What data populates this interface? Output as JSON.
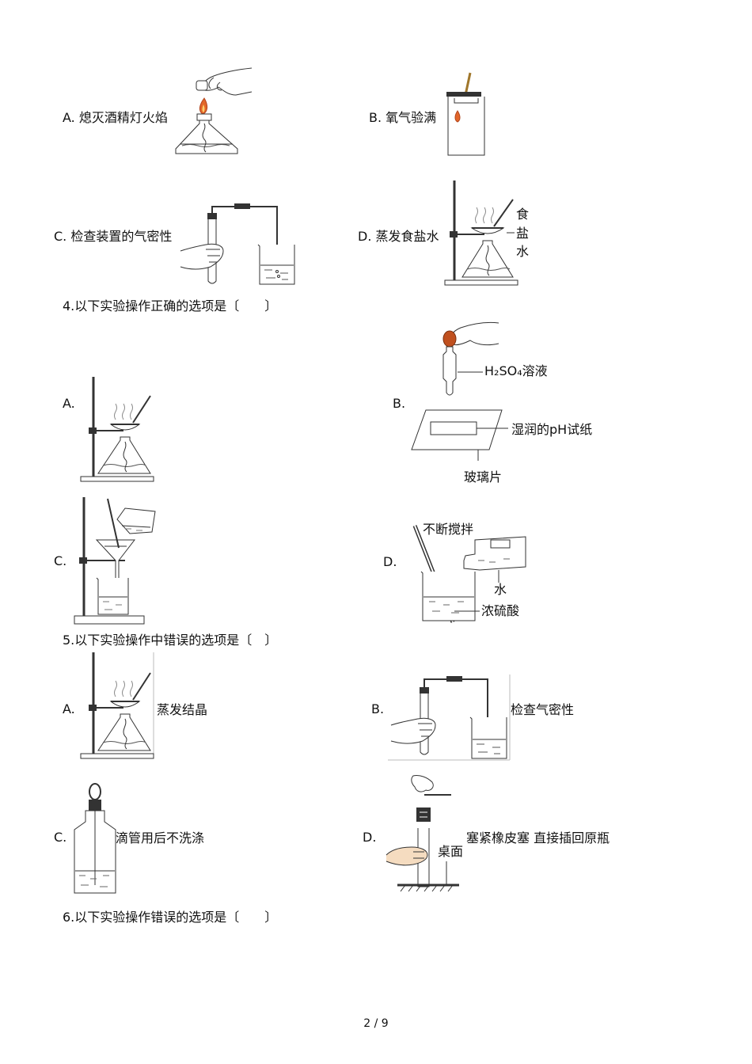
{
  "block1": {
    "a": "A. 熄灭酒精灯火焰",
    "b": "B. 氧气验满",
    "c": "C. 检查装置的气密性",
    "d": "D. 蒸发食盐水",
    "d_label": [
      "食",
      "盐",
      "水"
    ]
  },
  "q4": {
    "question": "4.以下实验操作正确的选项是〔　　〕",
    "a": "A.",
    "b": "B.",
    "b_h2so4": "H₂SO₄溶液",
    "b_paper": "湿润的pH试纸",
    "b_glass": "玻璃片",
    "c": "C.",
    "d": "D.",
    "d_stir": "不断搅拌",
    "d_water": "水",
    "d_acid": "浓硫酸"
  },
  "q5": {
    "question": "5.以下实验操作中错误的选项是〔　〕",
    "a": "A.",
    "a_caption": "蒸发结晶",
    "b": "B.",
    "b_caption": "检查气密性",
    "c": "C.",
    "c_caption": "滴管用后不洗涤",
    "d": "D.",
    "d_caption": "塞紧橡皮塞 直接插回原瓶",
    "d_desk": "桌面"
  },
  "q6": {
    "question": "6.以下实验操作错误的选项是〔　　〕"
  },
  "page_number": "2 / 9"
}
